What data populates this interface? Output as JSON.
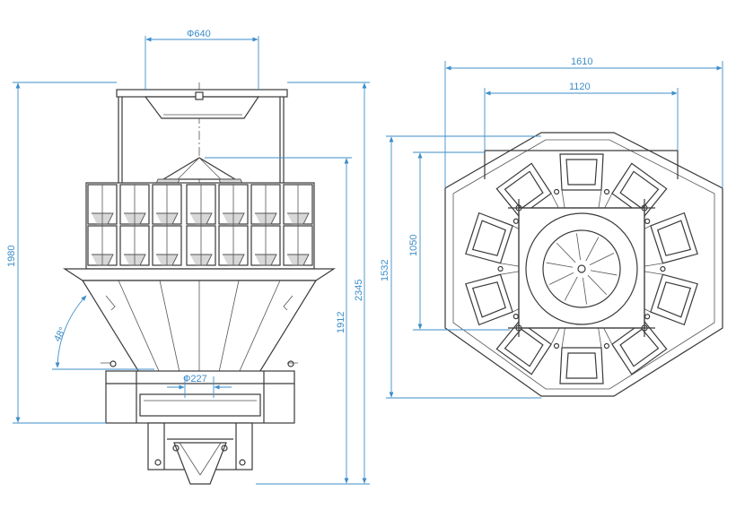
{
  "dimensions": {
    "top_hopper_diameter": "Ф640",
    "discharge_diameter": "Ф227",
    "height_1980": "1980",
    "height_1912": "1912",
    "height_2345": "2345",
    "cone_angle": "48°",
    "plan_width_1610": "1610",
    "plan_width_1120": "1120",
    "plan_depth_1050": "1050",
    "plan_depth_1532": "1532"
  },
  "colors": {
    "linework": "#3a3a3a",
    "dimension": "#3d8ec9",
    "background": "#ffffff"
  }
}
